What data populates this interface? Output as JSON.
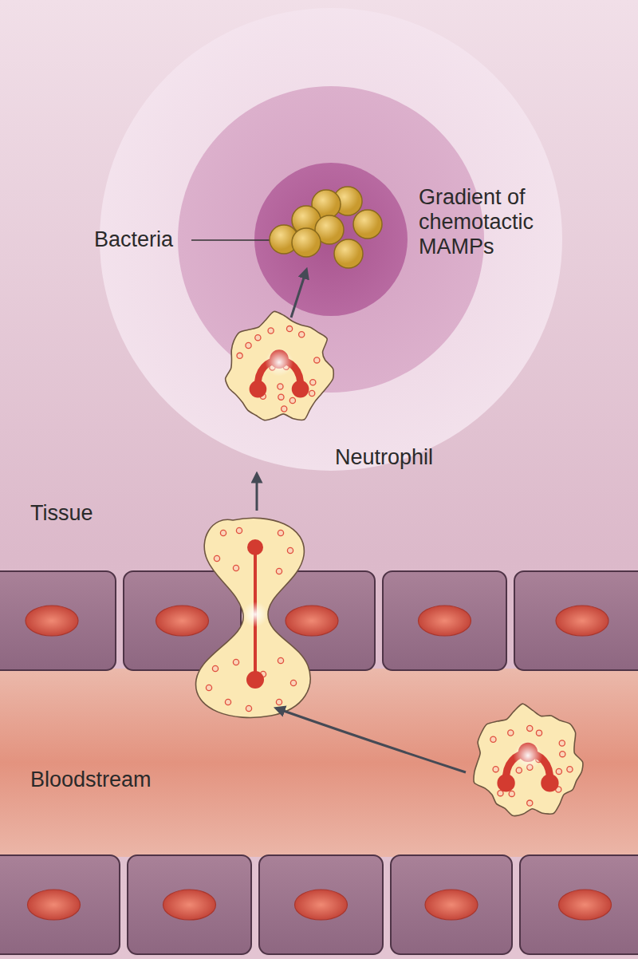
{
  "diagram": {
    "nodes": [
      {
        "text": [
          "Gradient of chemotactic MAMPs"
        ]
      },
      {
        "text": [
          "Bacteria"
        ],
        "in": 0
      },
      {
        "text": [
          "Neutrophil"
        ]
      }
    ],
    "edges": [
      {
        "from": 2,
        "to": 1,
        "arrow": "to"
      }
    ],
    "labels": [
      "Tissue",
      "Bloodstream"
    ]
  }
}
